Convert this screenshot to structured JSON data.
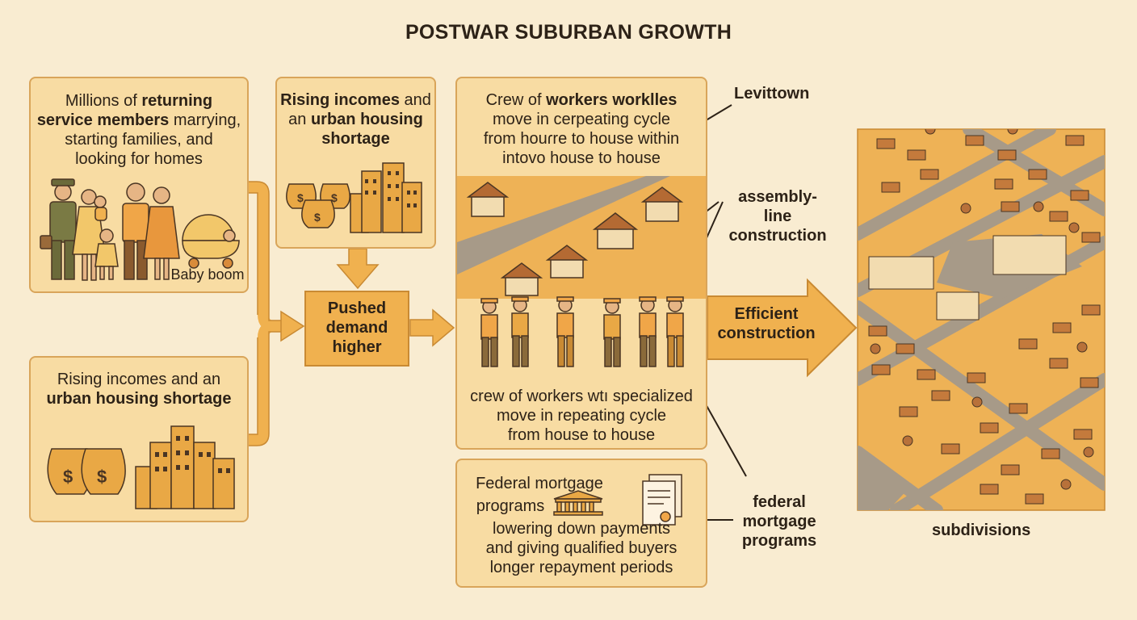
{
  "title": "POSTWAR SUBURBAN GROWTH",
  "boxes": {
    "service_members": {
      "line1_pre": "Millions of ",
      "line1_bold": "returning",
      "line2_bold": "service members",
      "line2_post": " marrying,",
      "line3": "starting families, and",
      "line4": "looking for homes",
      "baby_boom": "Baby boom"
    },
    "incomes_top": {
      "line1_bold": "Rising incomes",
      "line1_post": " and",
      "line2_pre": "an ",
      "line2_bold": "urban housing",
      "line3_bold": "shortage"
    },
    "incomes_bottom": {
      "line1": "Rising incomes and an",
      "line2_bold": "urban housing shortage"
    },
    "demand": {
      "line1": "Pushed",
      "line2": "demand",
      "line3": "higher"
    },
    "crew_top": {
      "line1_pre": "Crew of ",
      "line1_bold": "workers worklles",
      "line2": "move in cerpeating cycle",
      "line3": "from houɾre to house within",
      "line4": "intovo house to house"
    },
    "crew_bottom": {
      "line1": "crew of workers wtı specialized",
      "line2": "move in repeating cycle",
      "line3": "from house to house"
    },
    "mortgage": {
      "line1": "Federal mortgage",
      "line2": "programs",
      "line3": "lowering down payments",
      "line4": "and giving qualified buyers",
      "line5": "longer repayment periods"
    },
    "efficient": {
      "line1": "Efficient",
      "line2": "construction"
    }
  },
  "labels": {
    "levittown": "Levittown",
    "assembly_line1": "assembly-line",
    "assembly_line2": "construction",
    "federal1": "federal",
    "federal2": "mortgage",
    "federal3": "programs",
    "subdivisions": "subdivisions"
  },
  "colors": {
    "background": "#f9ecd1",
    "box_fill": "#f8dca3",
    "box_border": "#d9a55a",
    "arrow": "#f0b14f",
    "arrow_border": "#c98a33",
    "ink": "#2d2217",
    "road": "#a79a88",
    "lot": "#eeb256",
    "roof": "#b46a33"
  },
  "icons": [
    "family-icon",
    "baby-carriage-icon",
    "money-bags-icon",
    "city-buildings-icon",
    "construction-workers-icon",
    "houses-icon",
    "bank-building-icon",
    "documents-icon",
    "subdivision-map-icon"
  ]
}
